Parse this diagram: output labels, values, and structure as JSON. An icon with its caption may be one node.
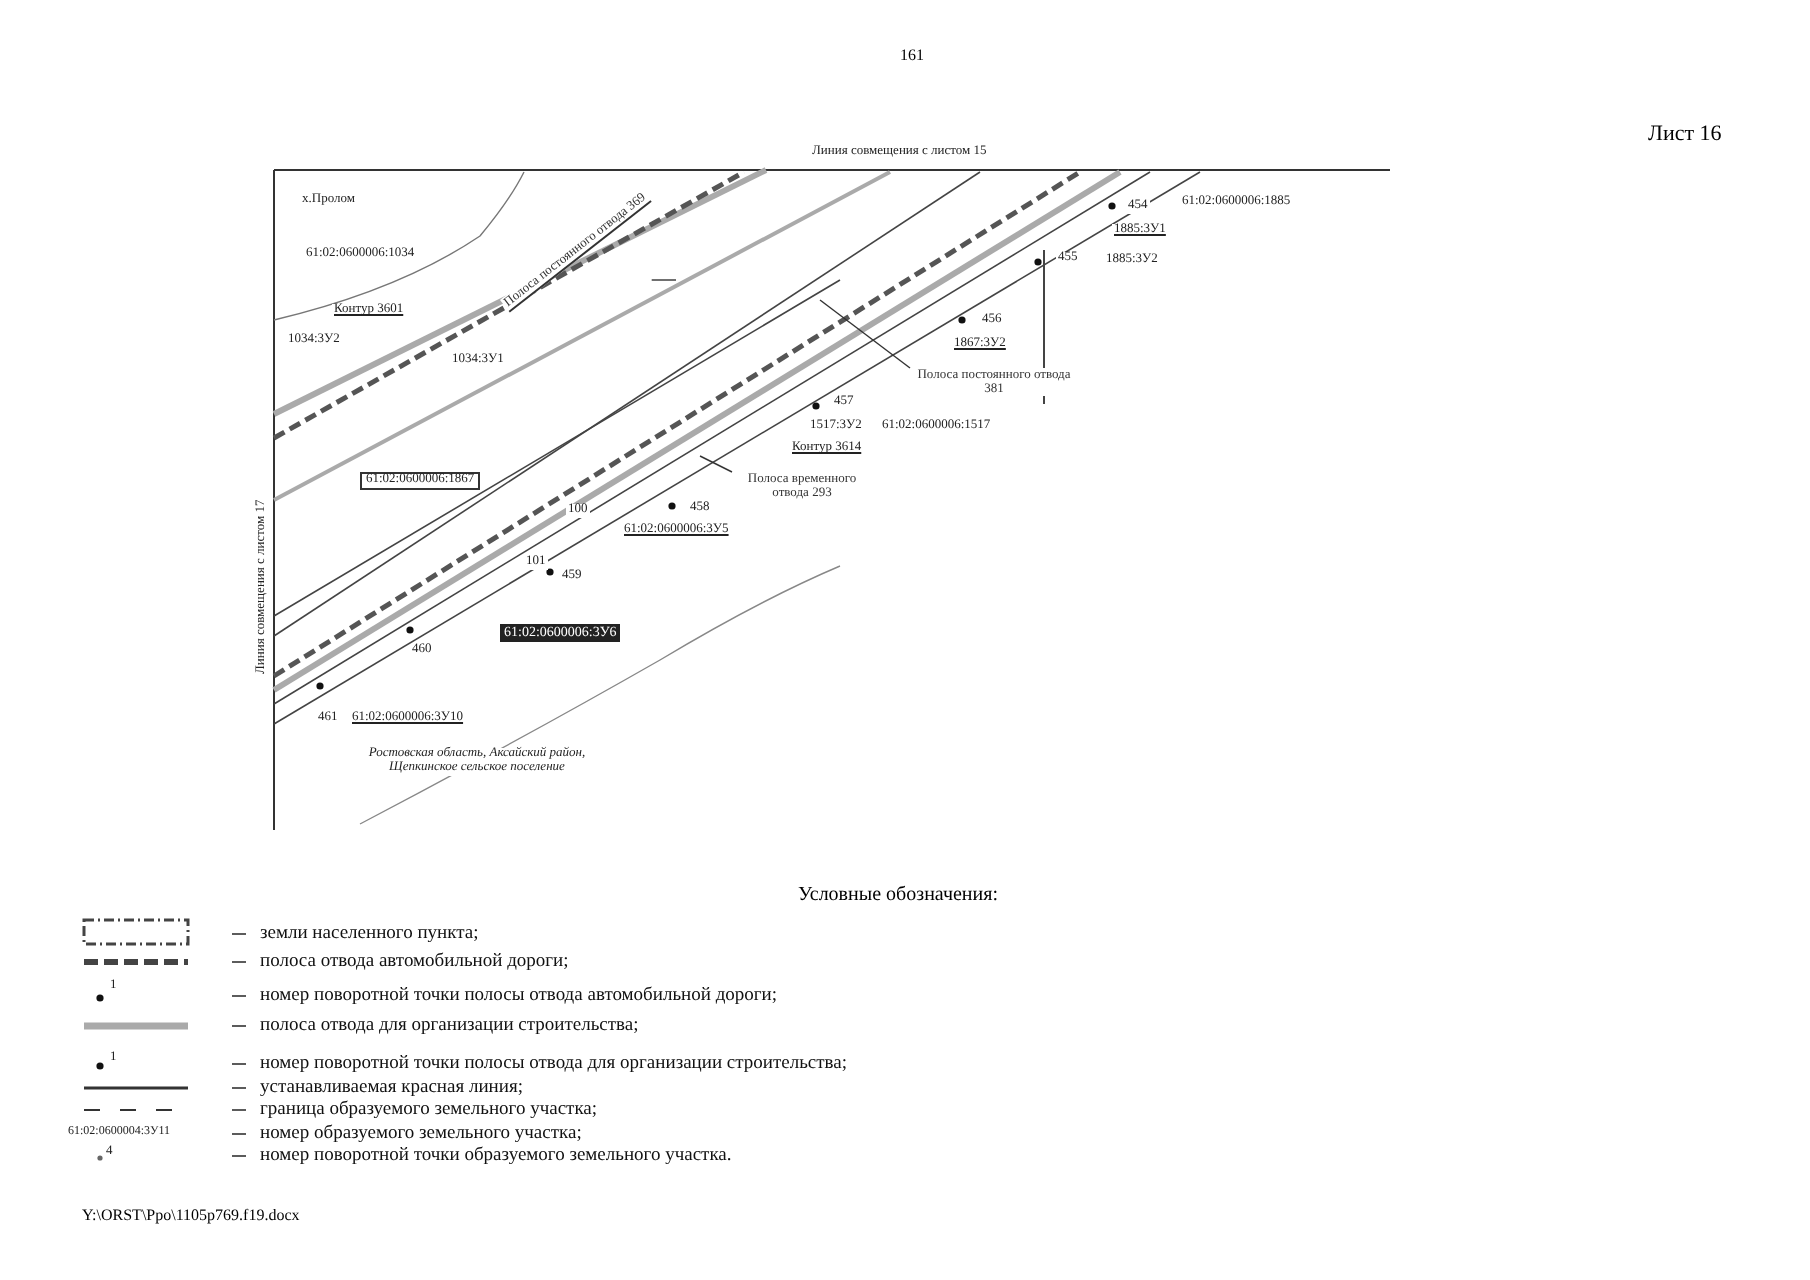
{
  "diagram": {
    "nodes": [
      {
        "text": [
          "Полоса постоянного отвода 369"
        ]
      },
      {
        "text": [
          "Полоса постоянного отвода 381"
        ]
      },
      {
        "text": [
          "Полоса временного отвода 293"
        ]
      }
    ],
    "edges": [
      {
        "from": 0,
        "to": null,
        "arrow": "none"
      },
      {
        "from": 1,
        "to": null,
        "arrow": "none"
      },
      {
        "from": 2,
        "to": null,
        "arrow": "none"
      }
    ],
    "labels": [
      "161",
      "Лист 16",
      "Линия совмещения с листом 15",
      "х.Пролом",
      "61:02:0600006:1034",
      "Контур 3601",
      "1034:3У2",
      "1034:3У1",
      "61:02:0600006:1867",
      "Линия совмещения с листом 17",
      "454",
      "61:02:0600006:1885",
      "1885:3У1",
      "455",
      "1885:3У2",
      "456",
      "1867:3У2",
      "457",
      "1517:3У2",
      "61:02:0600006:1517",
      "Контур 3614",
      "100",
      "458",
      "101",
      "61:02:0600006:3У5",
      "459",
      "61:02:0600006:3У6",
      "460",
      "461",
      "61:02:0600006:3У10",
      "Ростовская область, Аксайский район, Щепкинское сельское поселение",
      "Условные обозначения:",
      "1",
      "1",
      "61:02:0600004:3У11",
      "4",
      "Y:\\ORST\\Ppo\\1105p769.f19.docx"
    ],
    "legend": [
      {
        "text": "земли населенного пункта;"
      },
      {
        "text": "полоса отвода автомобильной дороги;"
      },
      {
        "text": "номер поворотной точки полосы отвода автомобильной дороги;"
      },
      {
        "text": "полоса отвода для организации строительства;"
      },
      {
        "text": "номер поворотной точки полосы отвода для организации строительства;"
      },
      {
        "text": "устанавливаемая красная линия;"
      },
      {
        "text": "граница образуемого земельного участка;"
      },
      {
        "text": "номер образуемого земельного участка;"
      },
      {
        "text": "номер поворотной точки образуемого земельного участка."
      }
    ]
  }
}
